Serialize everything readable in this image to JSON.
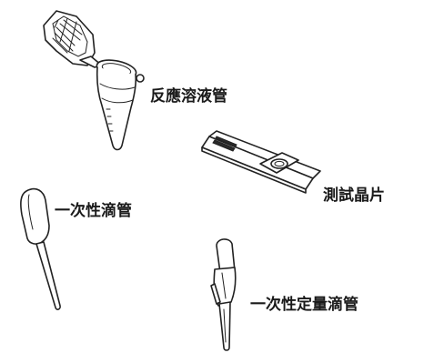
{
  "items": {
    "reaction_tube": {
      "label": "反應溶液管",
      "icon": "microcentrifuge-tube-icon"
    },
    "test_chip": {
      "label": "測試晶片",
      "icon": "test-chip-icon"
    },
    "disposable_dropper": {
      "label": "一次性滴管",
      "icon": "dropper-icon"
    },
    "disposable_fixed_dropper": {
      "label": "一次性定量滴管",
      "icon": "fixed-volume-dropper-icon"
    }
  }
}
